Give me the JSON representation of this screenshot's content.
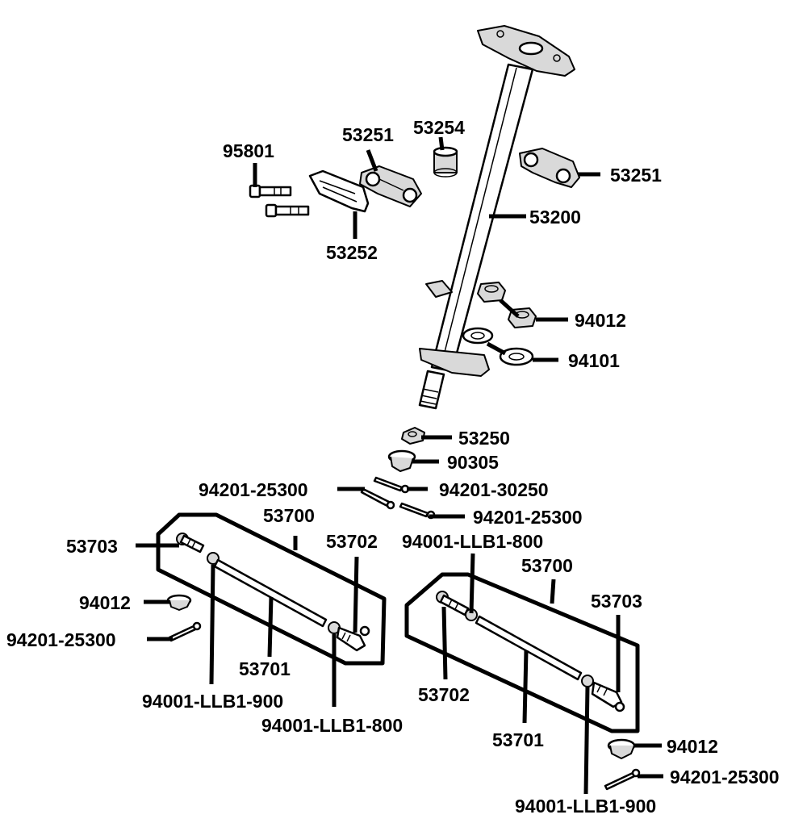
{
  "callouts": {
    "c53251_left": "53251",
    "c53254": "53254",
    "c95801": "95801",
    "c53251_right": "53251",
    "c53200": "53200",
    "c53252": "53252",
    "c94012_top": "94012",
    "c94101": "94101",
    "c53250": "53250",
    "c90305": "90305",
    "c94201_25300_a": "94201-25300",
    "c94201_30250": "94201-30250",
    "c53700_left": "53700",
    "c94201_25300_b": "94201-25300",
    "c53703_left": "53703",
    "c53702_left": "53702",
    "c94001_llb1_800_top": "94001-LLB1-800",
    "c53700_right": "53700",
    "c94012_left": "94012",
    "c53703_right": "53703",
    "c94201_25300_left": "94201-25300",
    "c53701_left": "53701",
    "c94001_llb1_900_left": "94001-LLB1-900",
    "c53702_right": "53702",
    "c94001_llb1_800_bottom": "94001-LLB1-800",
    "c94012_right": "94012",
    "c53701_right": "53701",
    "c94201_25300_right": "94201-25300",
    "c94001_llb1_900_right": "94001-LLB1-900"
  }
}
